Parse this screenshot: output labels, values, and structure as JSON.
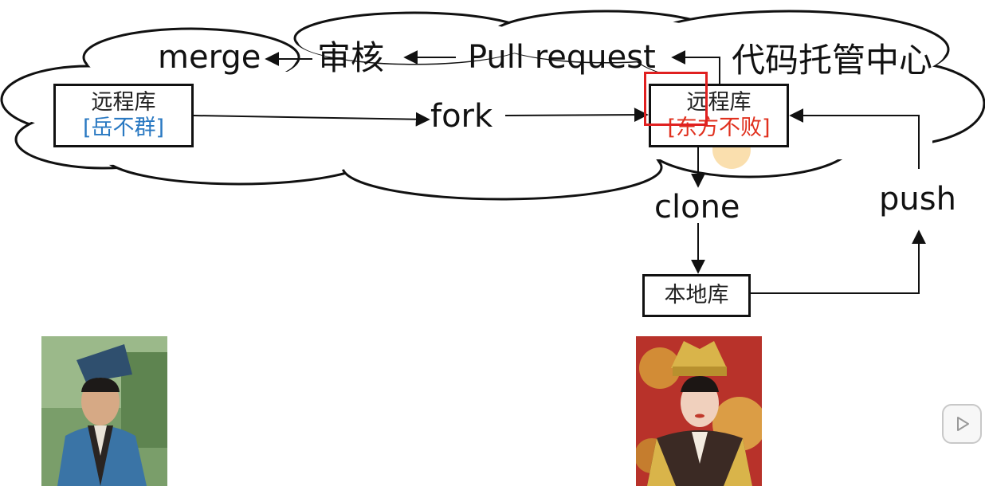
{
  "cloud": {
    "title": "代码托管中心"
  },
  "flow": {
    "merge": "merge",
    "review": "审核",
    "pull_request": "Pull request",
    "fork": "fork",
    "clone": "clone",
    "push": "push"
  },
  "repos": {
    "remote_left": {
      "label": "远程库",
      "owner": "[岳不群]"
    },
    "remote_right": {
      "label": "远程库",
      "owner": "[东方不败]"
    },
    "local": {
      "label": "本地库"
    }
  },
  "colors": {
    "owner_left": "#2a79c2",
    "owner_right": "#e0301e",
    "highlight_box": "#e02020",
    "cursor_dot": "#f5c56b"
  },
  "icons": {
    "video_play": "play-icon"
  }
}
